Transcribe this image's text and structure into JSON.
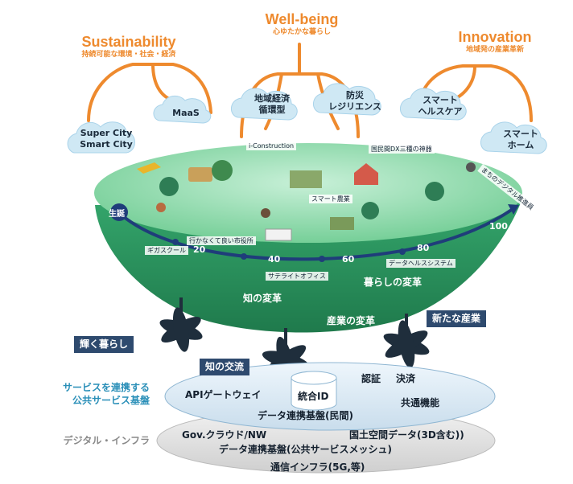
{
  "pillars": [
    {
      "en": "Sustainability",
      "ja": "持続可能な環境・社会・経済"
    },
    {
      "en": "Well-being",
      "ja": "心ゆたかな暮らし"
    },
    {
      "en": "Innovation",
      "ja": "地域発の産業革新"
    }
  ],
  "clouds": [
    {
      "lines": [
        "Super City",
        "Smart City"
      ]
    },
    {
      "lines": [
        "MaaS"
      ]
    },
    {
      "lines": [
        "地域経済",
        "循環型"
      ]
    },
    {
      "lines": [
        "防災",
        "レジリエンス"
      ]
    },
    {
      "lines": [
        "スマート",
        "ヘルスケア"
      ]
    },
    {
      "lines": [
        "スマート",
        "ホーム"
      ]
    }
  ],
  "tags": [
    "i-Construction",
    "国民間DX三種の神器",
    "スマート農業",
    "行かなくて良い市役所",
    "ギガスクール",
    "サテライトオフィス",
    "データヘルスシステム",
    "まちのデジタル推進員"
  ],
  "lifeline": {
    "start": "生誕",
    "ages": [
      "20",
      "40",
      "60",
      "80",
      "100"
    ]
  },
  "bands": [
    "暮らしの変革",
    "知の変革",
    "産業の変革"
  ],
  "drivers": [
    "輝く暮らし",
    "知の交流",
    "新たな産業"
  ],
  "public_service": {
    "label": "サービスを連携する\n公共サービス基盤",
    "items": [
      "APIゲートウェイ",
      "統合ID",
      "認証",
      "決済",
      "共通機能",
      "データ連携基盤(民間)"
    ]
  },
  "digital_infra": {
    "label": "デジタル・インフラ",
    "items": [
      "Gov.クラウド/NW",
      "国土空間データ(3D含む))",
      "データ連携基盤(公共サービスメッシュ)",
      "通信インフラ(5G,等)"
    ]
  },
  "colors": {
    "orange": "#ee8a2e",
    "green_dark": "#2e8f5e",
    "green_light": "#7fd9a0",
    "navy": "#1f3d7a",
    "teal_text": "#2a8fb8"
  }
}
